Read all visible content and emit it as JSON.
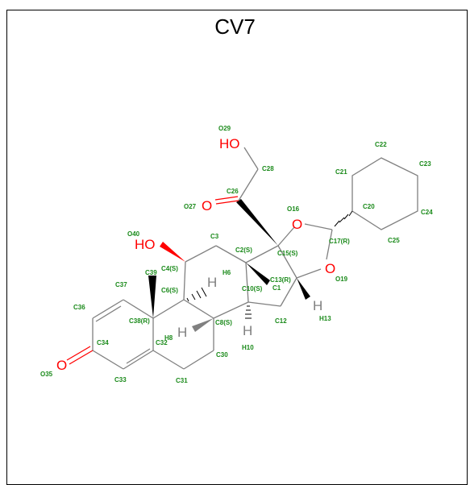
{
  "title": "CV7",
  "colors": {
    "frame": "#000000",
    "bond": "#808080",
    "oxygen": "#ff0000",
    "label": "#1a8a1a",
    "stereo": "#000000"
  },
  "atoms": {
    "oh_top": "HO",
    "o_ketone": "O",
    "oh_left": "HO",
    "o16": "O",
    "o19": "O",
    "o_enone": "O",
    "h_c6": "H",
    "h_c8": "H",
    "h_c10": "H",
    "h_c13": "H"
  },
  "labels": {
    "O29": "O29",
    "C28": "C28",
    "C22": "C22",
    "C23": "C23",
    "C21": "C21",
    "C26": "C26",
    "O27": "O27",
    "O16": "O16",
    "C20": "C20",
    "C24": "C24",
    "C25": "C25",
    "O40": "O40",
    "C3": "C3",
    "C17": "C17(R)",
    "C2": "C2(S)",
    "C15": "C15(S)",
    "C4": "C4(S)",
    "C39": "C39",
    "H6": "H6",
    "O19": "O19",
    "C37": "C37",
    "C6": "C6(S)",
    "C10": "C10(S)",
    "C1": "C1",
    "C13": "C13(R)",
    "C36": "C36",
    "C38": "C38(R)",
    "C8": "C8(S)",
    "C12": "C12",
    "H13": "H13",
    "H8": "H8",
    "C34": "C34",
    "C32": "C32",
    "H10": "H10",
    "C30": "C30",
    "O35": "O35",
    "C33": "C33",
    "C31": "C31"
  }
}
